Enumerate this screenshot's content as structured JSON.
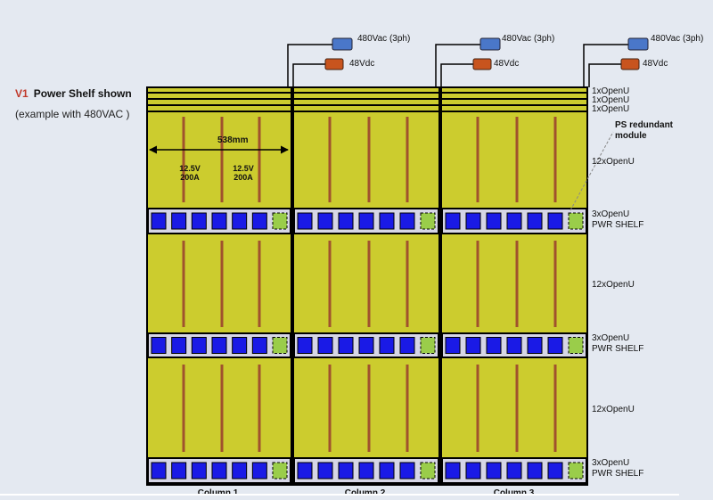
{
  "header": {
    "version": "V1",
    "title": "Power Shelf shown",
    "subtitle": "(example with 480VAC  )"
  },
  "columns": [
    {
      "label": "Column 1",
      "ac_label": "480Vac (3ph)",
      "dc_label": "48Vdc"
    },
    {
      "label": "Column 2",
      "ac_label": "480Vac (3ph)",
      "dc_label": "48Vdc"
    },
    {
      "label": "Column 3",
      "ac_label": "480Vac (3ph)",
      "dc_label": "48Vdc"
    }
  ],
  "row_labels": {
    "u1a": "1xOpenU",
    "u1b": "1xOpenU",
    "u1c": "1xOpenU",
    "redundant_line1": "PS redundant",
    "redundant_line2": "module",
    "tray1": "12xOpenU",
    "shelf1_line1": "3xOpenU",
    "shelf1_line2": "PWR SHELF",
    "tray2": "12xOpenU",
    "shelf2_line1": "3xOpenU",
    "shelf2_line2": "PWR SHELF",
    "tray3": "12xOpenU",
    "shelf3_line1": "3xOpenU",
    "shelf3_line2": "PWR SHELF"
  },
  "dimension": {
    "width_label": "538mm"
  },
  "busbars": {
    "bar1_line1": "12.5V",
    "bar1_line2": "200A",
    "bar2_line1": "12.5V",
    "bar2_line2": "200A"
  },
  "colors": {
    "tray": "#cccc2e",
    "frame": "#000000",
    "busbar": "#a0522d",
    "psu": "#1a1ae6",
    "psu_redundant": "#9acd4a",
    "shelf_bg": "#d6d6e6",
    "ac_plug": "#4a77c9",
    "dc_plug": "#c8541e"
  },
  "shelf": {
    "active_modules": 6,
    "redundant_modules": 1
  }
}
